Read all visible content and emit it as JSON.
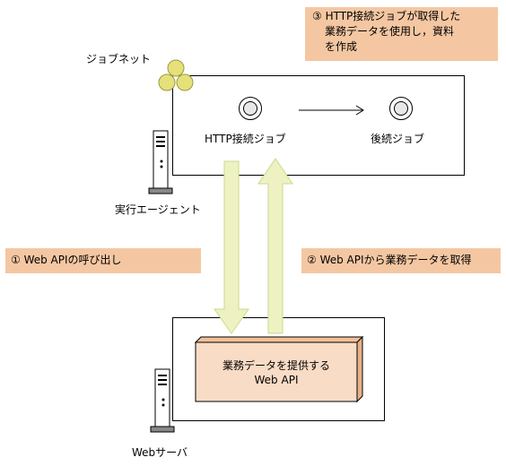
{
  "notes": {
    "step3_line1": "③ HTTP接続ジョブが取得した",
    "step3_line2": "業務データを使用し，資料",
    "step3_line3": "を作成",
    "step1": "① Web APIの呼び出し",
    "step2": "② Web APIから業務データを取得"
  },
  "labels": {
    "jobnet": "ジョブネット",
    "http_job": "HTTP接続ジョブ",
    "successor_job": "後続ジョブ",
    "agent": "実行エージェント",
    "api_line1": "業務データを提供する",
    "api_line2": "Web API",
    "web_server": "Webサーバ"
  },
  "colors": {
    "note_fill": "#f4c7a2",
    "arrow_fill": "#eef2c2",
    "arrow_stroke": "#c9d98a",
    "api_fill": "#f9dcc6",
    "jobnet_icon": "#e6e07a"
  }
}
